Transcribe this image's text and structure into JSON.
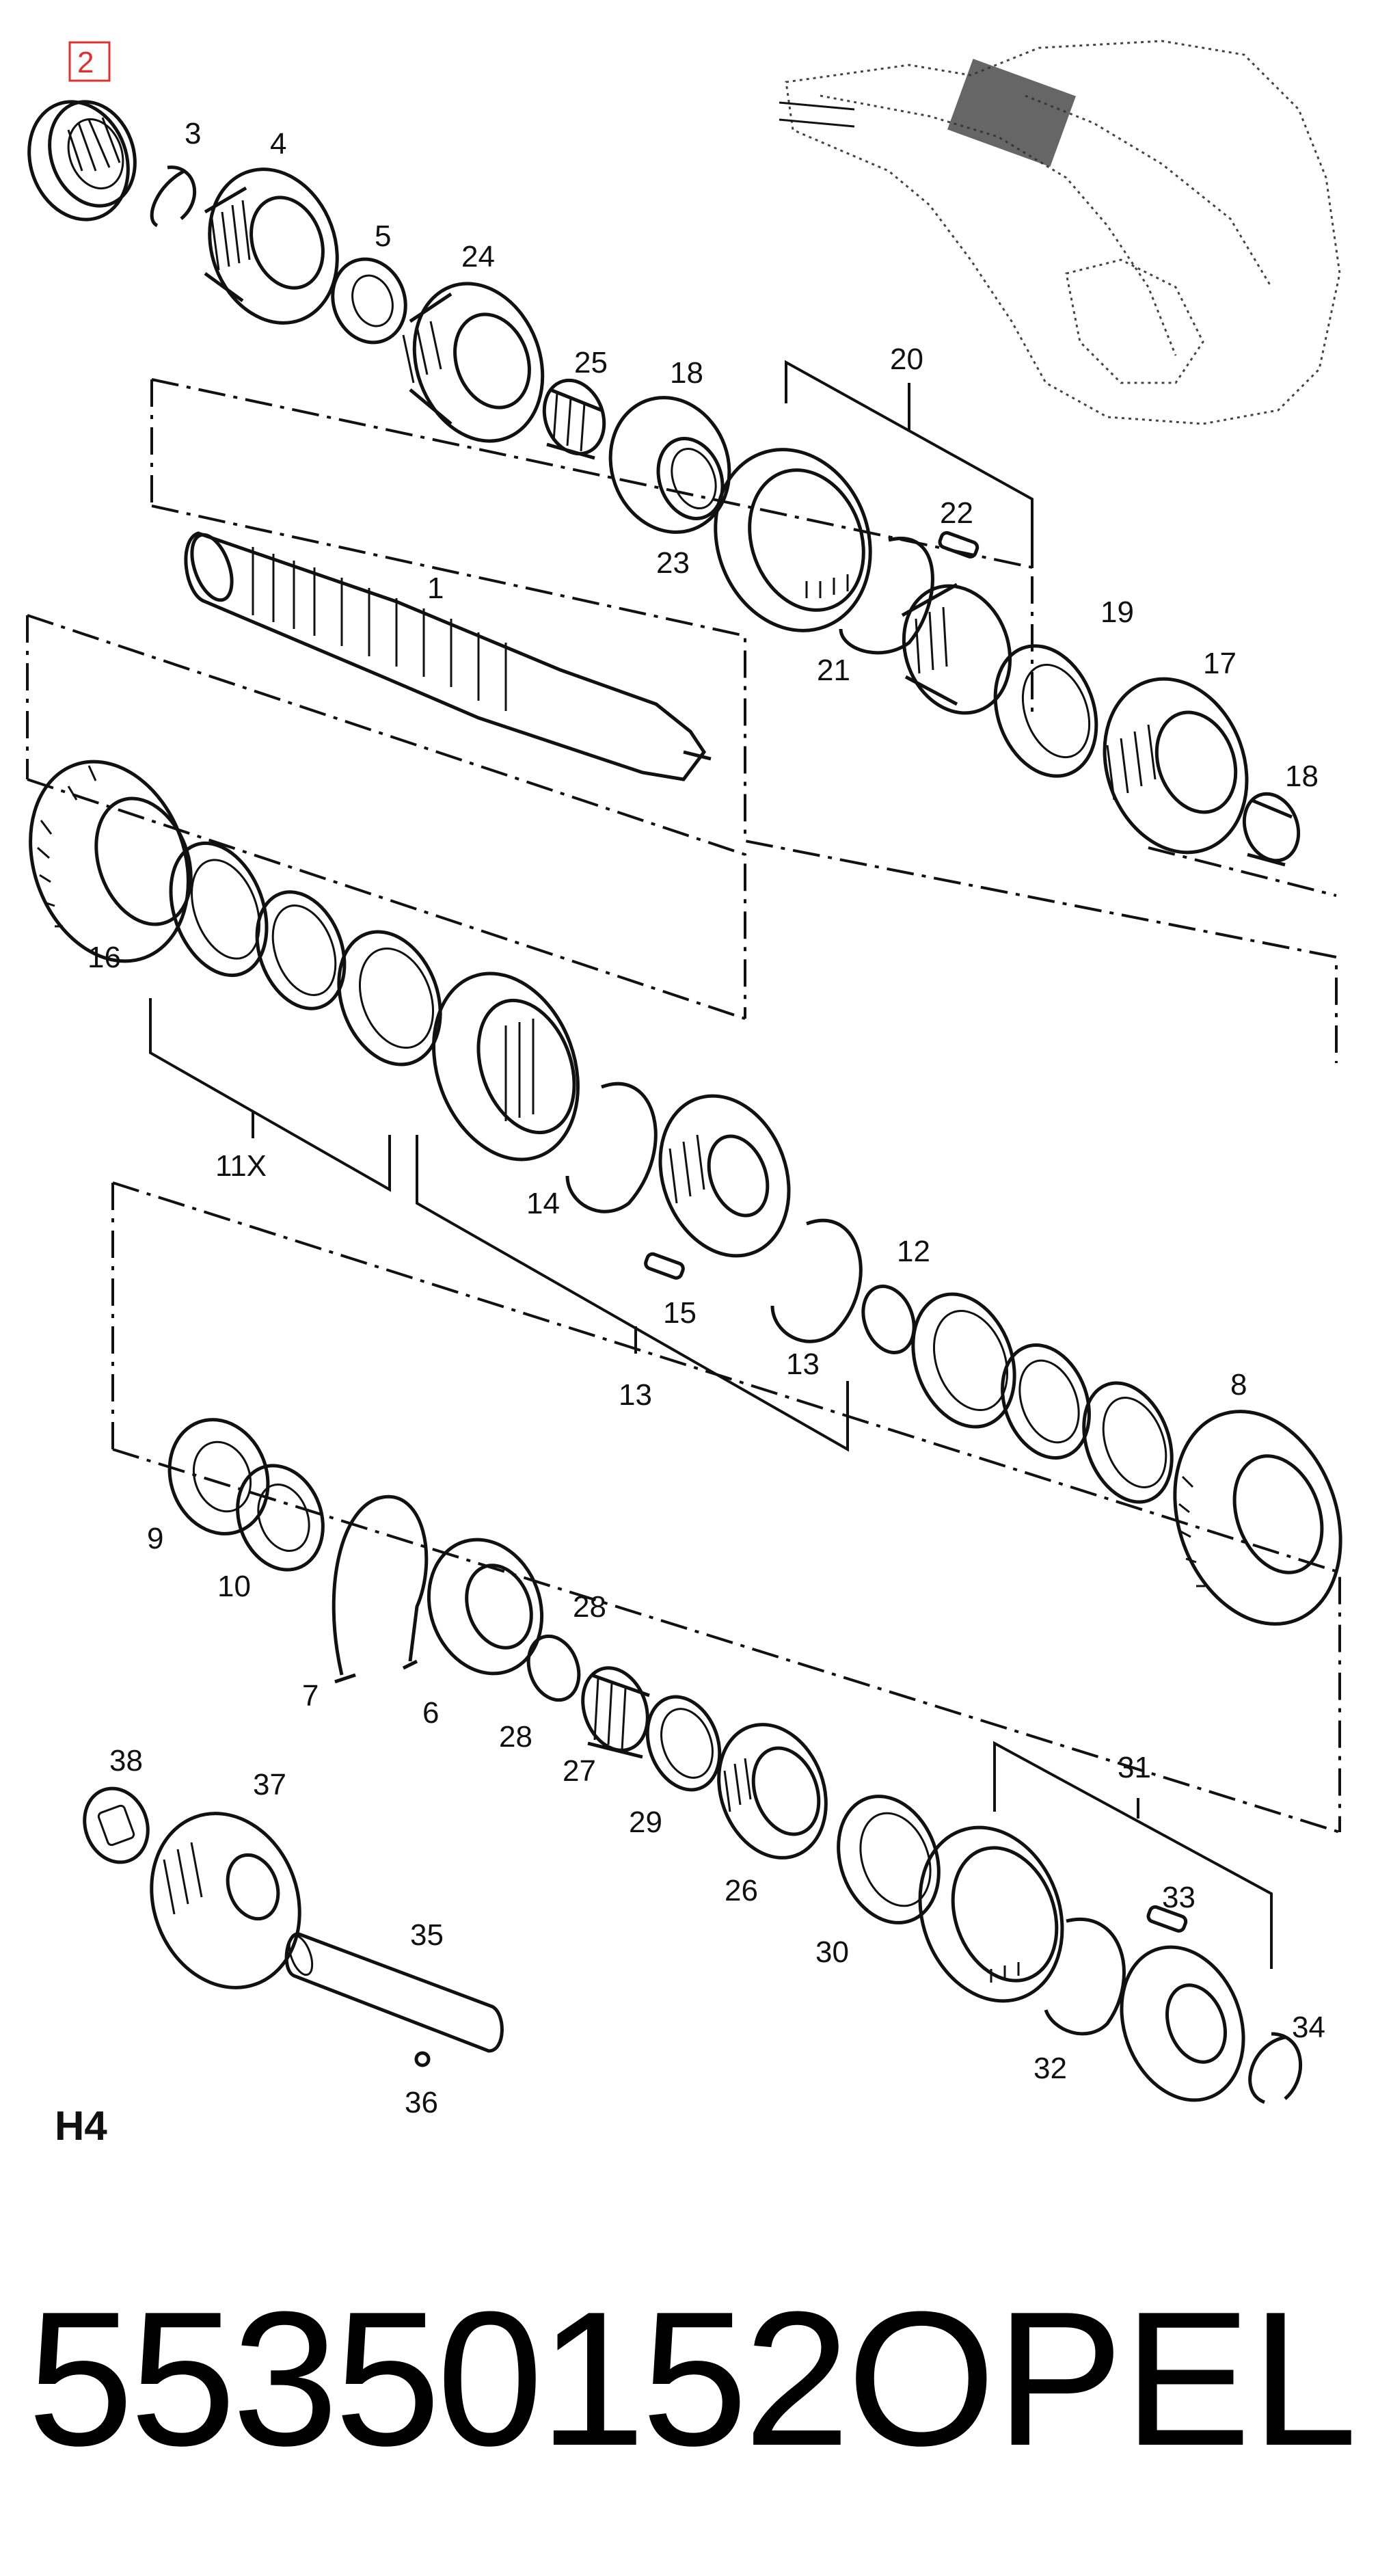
{
  "diagram": {
    "callouts": {
      "c2": "2",
      "c3": "3",
      "c4": "4",
      "c5": "5",
      "c24": "24",
      "c25": "25",
      "c18a": "18",
      "c20": "20",
      "c22": "22",
      "c23": "23",
      "c1": "1",
      "c21": "21",
      "c19": "19",
      "c17": "17",
      "c18b": "18",
      "c16": "16",
      "c11x": "11X",
      "c14": "14",
      "c12": "12",
      "c15": "15",
      "c13a": "13",
      "c13b": "13",
      "c8": "8",
      "c9": "9",
      "c10": "10",
      "c28a": "28",
      "c7": "7",
      "c6": "6",
      "c28b": "28",
      "c27": "27",
      "c29": "29",
      "c31": "31",
      "c38": "38",
      "c37": "37",
      "c26": "26",
      "c33": "33",
      "c35": "35",
      "c30": "30",
      "c34": "34",
      "c32": "32",
      "c36": "36"
    },
    "sheet_code": "H4",
    "highlight_color": "#e03030"
  },
  "footer": {
    "part_number": "55350152",
    "brand": "OPEL"
  }
}
